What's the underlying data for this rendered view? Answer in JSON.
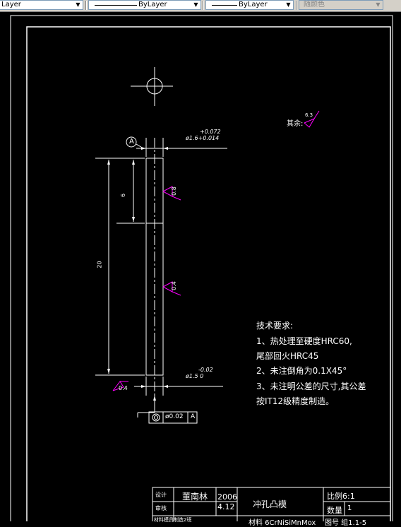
{
  "toolbar": {
    "layer_label": "Layer",
    "linetype_label": "ByLayer",
    "lineweight_label": "ByLayer",
    "color_label": "随颜色"
  },
  "drawing": {
    "datum_label": "A",
    "top_tolerance_upper": "+0.072",
    "top_diameter": "ø1.6+0.014",
    "dim_short": "6",
    "dim_long": "20",
    "roughness_top": "0.8",
    "roughness_mid": "0.4",
    "roughness_bottom": "0.4",
    "rest_label": "其余:",
    "rest_roughness": "6.3",
    "bottom_tolerance": "-0.02",
    "bottom_diameter": "ø1.5 0",
    "geo_tolerance": "ø0.02",
    "geo_datum": "A",
    "notes_title": "技术要求:",
    "notes": [
      "1、热处理至硬度HRC60,",
      "尾部回火HRC45",
      "2、未注倒角为0.1X45°",
      "3、未注明公差的尺寸,其公差",
      "按IT12级精度制造。"
    ]
  },
  "title_block": {
    "label_design": "设计",
    "designer": "董南林",
    "label_review": "审核",
    "year": "2006",
    "date": "4.12",
    "part_name": "冲孔凸模",
    "scale": "比例6:1",
    "qty_label": "数量",
    "qty": "1",
    "bottom_left": "材料模具制造2班",
    "material": "材料 6CrNiSiMnMox",
    "drawing_no": "图号 组1.1-5"
  },
  "colors": {
    "line": "#ffffff",
    "roughness_symbol": "#ff00ff",
    "toolbar_bg": "#d4d0c8"
  }
}
